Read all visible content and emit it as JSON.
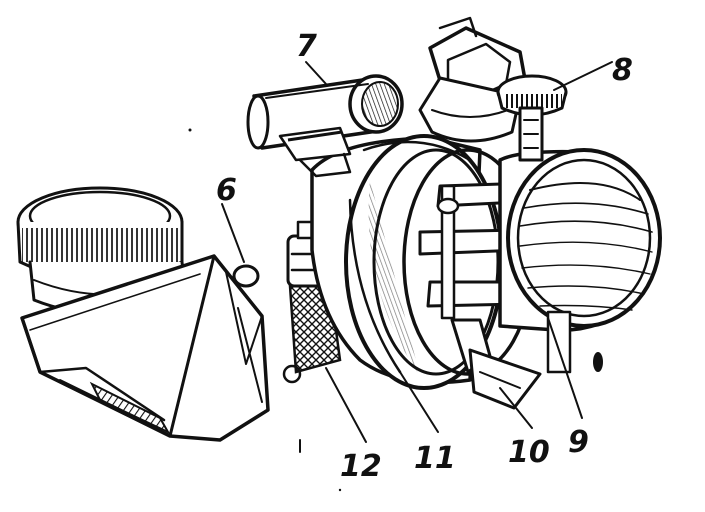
{
  "figure": {
    "callouts": {
      "c6": "6",
      "c7": "7",
      "c8": "8",
      "c9": "9",
      "c10": "10",
      "c11": "11",
      "c12": "12"
    }
  }
}
